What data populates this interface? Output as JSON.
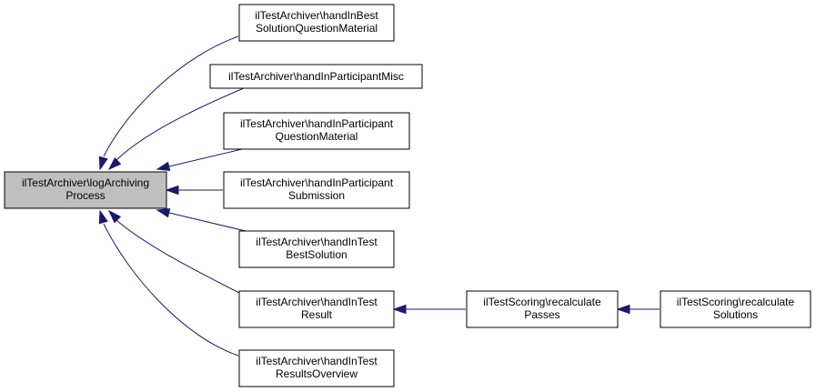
{
  "graph": {
    "root": {
      "id": "logArchiving",
      "lines": [
        "ilTestArchiver\\logArchiving",
        "Process"
      ]
    },
    "nodes": [
      {
        "id": "handInBestSolutionQuestionMaterial",
        "lines": [
          "ilTestArchiver\\handInBest",
          "SolutionQuestionMaterial"
        ]
      },
      {
        "id": "handInParticipantMisc",
        "lines": [
          "ilTestArchiver\\handInParticipantMisc"
        ]
      },
      {
        "id": "handInParticipantQuestionMaterial",
        "lines": [
          "ilTestArchiver\\handInParticipant",
          "QuestionMaterial"
        ]
      },
      {
        "id": "handInParticipantSubmission",
        "lines": [
          "ilTestArchiver\\handInParticipant",
          "Submission"
        ]
      },
      {
        "id": "handInTestBestSolution",
        "lines": [
          "ilTestArchiver\\handInTest",
          "BestSolution"
        ]
      },
      {
        "id": "handInTestResult",
        "lines": [
          "ilTestArchiver\\handInTest",
          "Result"
        ]
      },
      {
        "id": "handInTestResultsOverview",
        "lines": [
          "ilTestArchiver\\handInTest",
          "ResultsOverview"
        ]
      },
      {
        "id": "recalculatePasses",
        "lines": [
          "ilTestScoring\\recalculate",
          "Passes"
        ]
      },
      {
        "id": "recalculateSolutions",
        "lines": [
          "ilTestScoring\\recalculate",
          "Solutions"
        ]
      }
    ],
    "edges": [
      {
        "from": "handInBestSolutionQuestionMaterial",
        "to": "logArchiving"
      },
      {
        "from": "handInParticipantMisc",
        "to": "logArchiving"
      },
      {
        "from": "handInParticipantQuestionMaterial",
        "to": "logArchiving"
      },
      {
        "from": "handInParticipantSubmission",
        "to": "logArchiving"
      },
      {
        "from": "handInTestBestSolution",
        "to": "logArchiving"
      },
      {
        "from": "handInTestResult",
        "to": "logArchiving"
      },
      {
        "from": "handInTestResultsOverview",
        "to": "logArchiving"
      },
      {
        "from": "recalculatePasses",
        "to": "handInTestResult"
      },
      {
        "from": "recalculateSolutions",
        "to": "recalculatePasses"
      }
    ],
    "colors": {
      "edge": "#191970",
      "root_fill": "#bfbfbf",
      "node_fill": "#ffffff",
      "border": "#000000"
    }
  }
}
